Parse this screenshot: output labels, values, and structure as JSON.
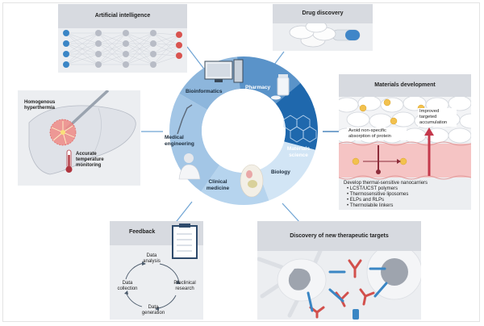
{
  "panels": {
    "ai": {
      "title": "Artificial intelligence"
    },
    "drug": {
      "title": "Drug discovery"
    },
    "materials": {
      "title": "Materials development",
      "note_left": "Avoid non-specific absorption of protein",
      "note_right": "Improved targeted accumulation",
      "list_heading": "Develop thermal-sensitive nanocarriers",
      "list_items": [
        "LCST/UCST polymers",
        "Thermosensitive liposomes",
        "ELPs and RLPs",
        "Thermolabile linkers"
      ]
    },
    "hyperthermia": {
      "label_top": "Homogenous hyperthermia",
      "label_bottom": "Accurate temperature monitoring"
    },
    "feedback": {
      "title": "Feedback",
      "cycle": [
        "Data analysis",
        "Preclinical research",
        "Data generation",
        "Data collection"
      ]
    },
    "discovery": {
      "title": "Discovery of new therapeutic targets"
    }
  },
  "ring": {
    "segments": [
      {
        "label": "Bioinformatics",
        "color": "#8db6dc"
      },
      {
        "label": "Pharmacy",
        "color": "#5a93c9"
      },
      {
        "label": "Materials science",
        "color": "#1f68ad"
      },
      {
        "label": "Biology",
        "color": "#d2e5f5"
      },
      {
        "label": "Clinical medicine",
        "color": "#b6d4ee"
      },
      {
        "label": "Medical engineering",
        "color": "#a3c6e6"
      }
    ]
  },
  "colors": {
    "panel_bg": "#eceef1",
    "panel_header": "#d7dae0",
    "connector": "#6fa4d4",
    "ai_input": "#3b86c6",
    "ai_output": "#d9534f",
    "ai_hidden": "#b8bcc6"
  }
}
